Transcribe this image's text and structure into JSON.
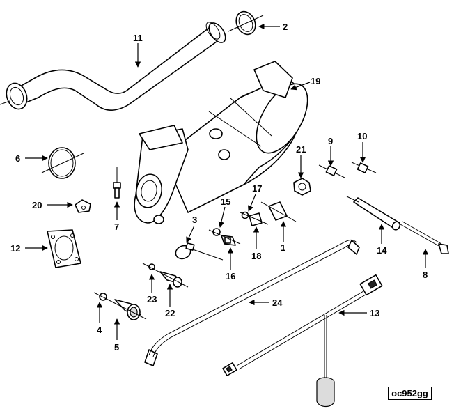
{
  "figure": {
    "reference_code": "oc952gg"
  },
  "callouts": {
    "c1": "1",
    "c2": "2",
    "c3": "3",
    "c4": "4",
    "c5": "5",
    "c6": "6",
    "c7": "7",
    "c8": "8",
    "c9": "9",
    "c10": "10",
    "c11": "11",
    "c12": "12",
    "c13": "13",
    "c14": "14",
    "c15": "15",
    "c16": "16",
    "c17": "17",
    "c18": "18",
    "c19": "19",
    "c20": "20",
    "c21": "21",
    "c22": "22",
    "c23": "23",
    "c24": "24"
  }
}
